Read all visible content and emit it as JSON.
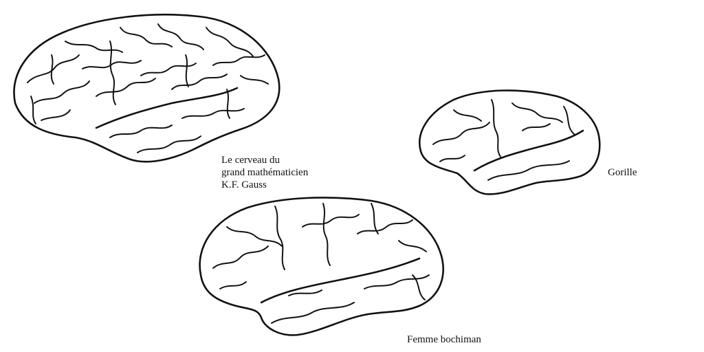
{
  "figures": {
    "gauss": {
      "caption_lines": [
        "Le cerveau du",
        "grand mathématicien",
        "K.F. Gauss"
      ]
    },
    "gorille": {
      "caption": "Gorille"
    },
    "bochiman": {
      "caption": "Femme bochiman"
    }
  }
}
